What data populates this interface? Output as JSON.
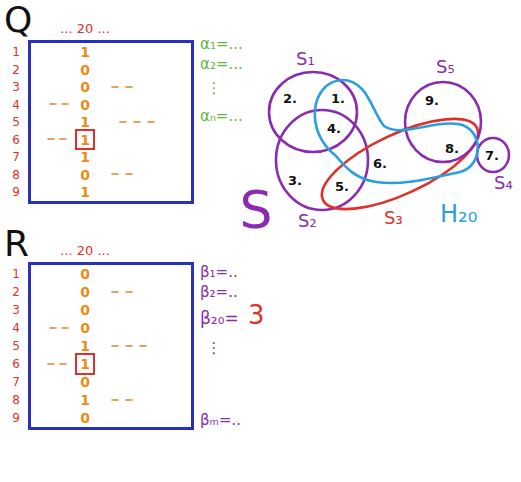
{
  "diagram": {
    "nodes": [
      {
        "text": [
          "Q"
        ]
      },
      {
        "text": [
          "R"
        ]
      },
      {
        "text": [
          "S₁"
        ]
      },
      {
        "text": [
          "S₂"
        ]
      },
      {
        "text": [
          "S₃"
        ]
      },
      {
        "text": [
          "S₄"
        ]
      },
      {
        "text": [
          "S₅"
        ]
      },
      {
        "text": [
          "H₂₀"
        ]
      }
    ],
    "labels": [
      "... 20 ...",
      "1",
      "2",
      "3",
      "4",
      "5",
      "6",
      "7",
      "8",
      "9",
      "1",
      "0",
      "0",
      "0",
      "1",
      "1",
      "1",
      "0",
      "1",
      "α₁=...",
      "α₂=...",
      "⋮",
      "αₙ=...",
      "... 20 ...",
      "1",
      "2",
      "3",
      "4",
      "5",
      "6",
      "7",
      "8",
      "9",
      "0",
      "0",
      "0",
      "0",
      "1",
      "1",
      "0",
      "1",
      "0",
      "β₁=..",
      "β₂=..",
      "β₂₀=",
      "3",
      "⋮",
      "βₘ=..",
      "S",
      "1.",
      "2.",
      "3.",
      "4.",
      "5.",
      "6.",
      "7.",
      "8.",
      "9."
    ]
  }
}
